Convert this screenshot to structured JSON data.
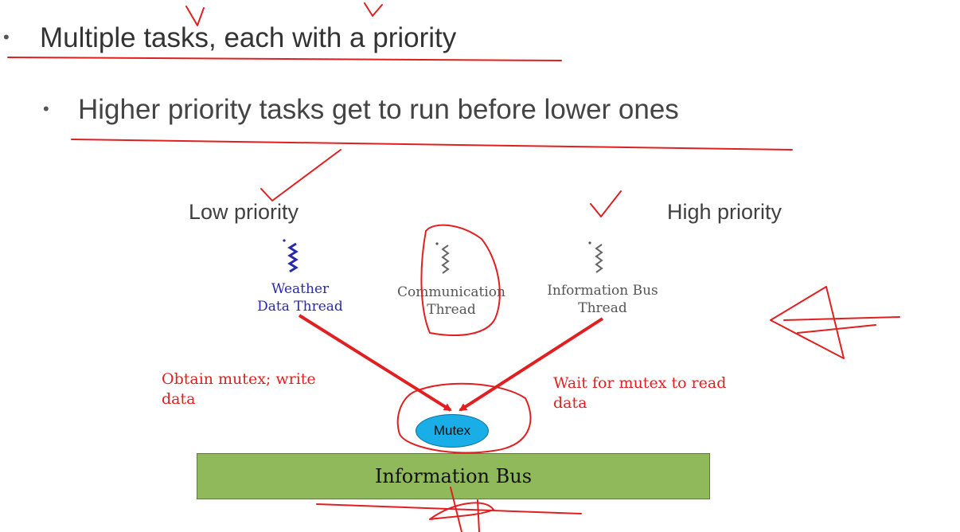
{
  "slide": {
    "bullet_1": "Multiple tasks, each with a priority",
    "bullet_2": "Higher priority tasks get to run before lower ones",
    "bullet_marker": "•"
  },
  "diagram": {
    "low_priority_label": "Low priority",
    "high_priority_label": "High priority",
    "threads": [
      {
        "line1": "Weather",
        "line2": "Data Thread",
        "color": "#2a2aa8"
      },
      {
        "line1": "Communication",
        "line2": "Thread",
        "color": "#555555"
      },
      {
        "line1": "Information Bus",
        "line2": "Thread",
        "color": "#555555"
      }
    ],
    "left_note_line1": "Obtain mutex; write",
    "left_note_line2": "data",
    "right_note_line1": "Wait for mutex to read",
    "right_note_line2": "data",
    "mutex_label": "Mutex",
    "bus_label": "Information Bus"
  },
  "colors": {
    "annotation_red": "#e02020",
    "bus_green": "#8fb95a",
    "mutex_blue": "#19aee8",
    "weather_thread_blue": "#2a2aa8"
  }
}
